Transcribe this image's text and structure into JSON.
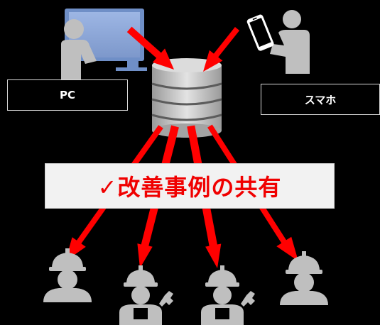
{
  "labels": {
    "pc": "PC",
    "smartphone": "スマホ"
  },
  "banner": {
    "text": "✓改善事例の共有"
  },
  "icons": {
    "pc_user": "pc-user-icon",
    "smartphone_user": "smartphone-user-icon",
    "database": "database-icon",
    "workers": [
      "worker-icon",
      "worker-with-wrench-icon",
      "worker-with-wrench-icon",
      "worker-icon"
    ]
  },
  "colors": {
    "background": "#000000",
    "arrow": "#ff0000",
    "banner_text": "#f00000",
    "banner_background": "#f2f2f2",
    "monitor": "#8ea9db",
    "figure": "#bfbfbf"
  }
}
